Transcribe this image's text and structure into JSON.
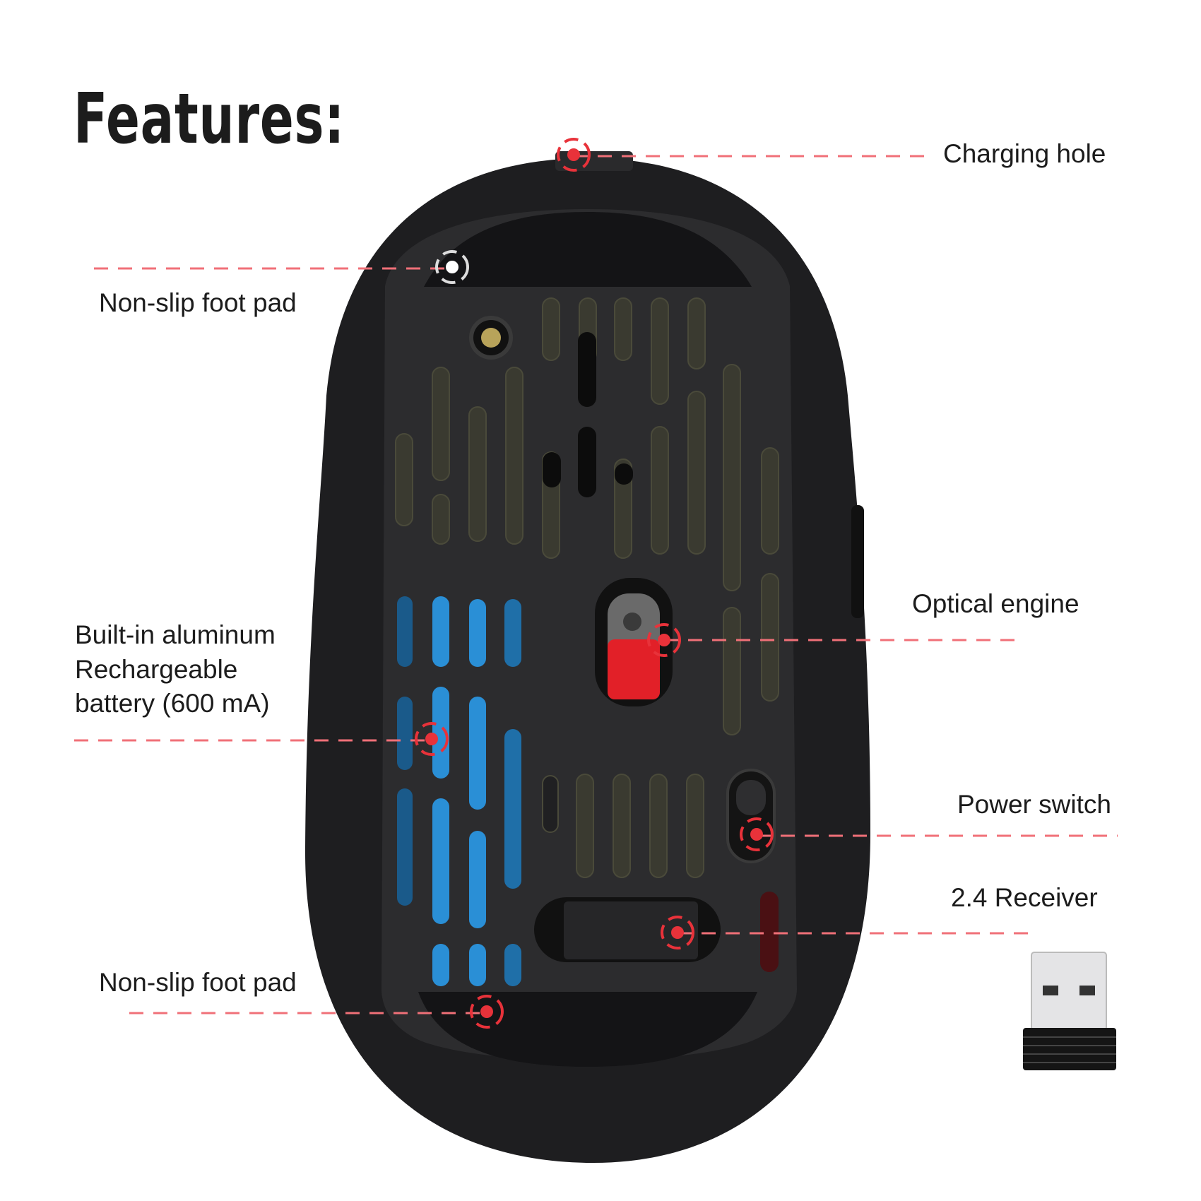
{
  "title": "Features:",
  "callouts": {
    "charging_hole": "Charging hole",
    "foot_pad_top": "Non-slip foot pad",
    "battery_line1": "Built-in aluminum",
    "battery_line2": "Rechargeable",
    "battery_line3": "battery (600 mA)",
    "optical_engine": "Optical engine",
    "power_switch": "Power switch",
    "receiver": "2.4 Receiver",
    "foot_pad_bottom": "Non-slip foot pad"
  },
  "colors": {
    "accent": "#e8323a",
    "body": "#1e1e20",
    "plate": "#2c2c2e",
    "battery": "#2a8fd6"
  }
}
